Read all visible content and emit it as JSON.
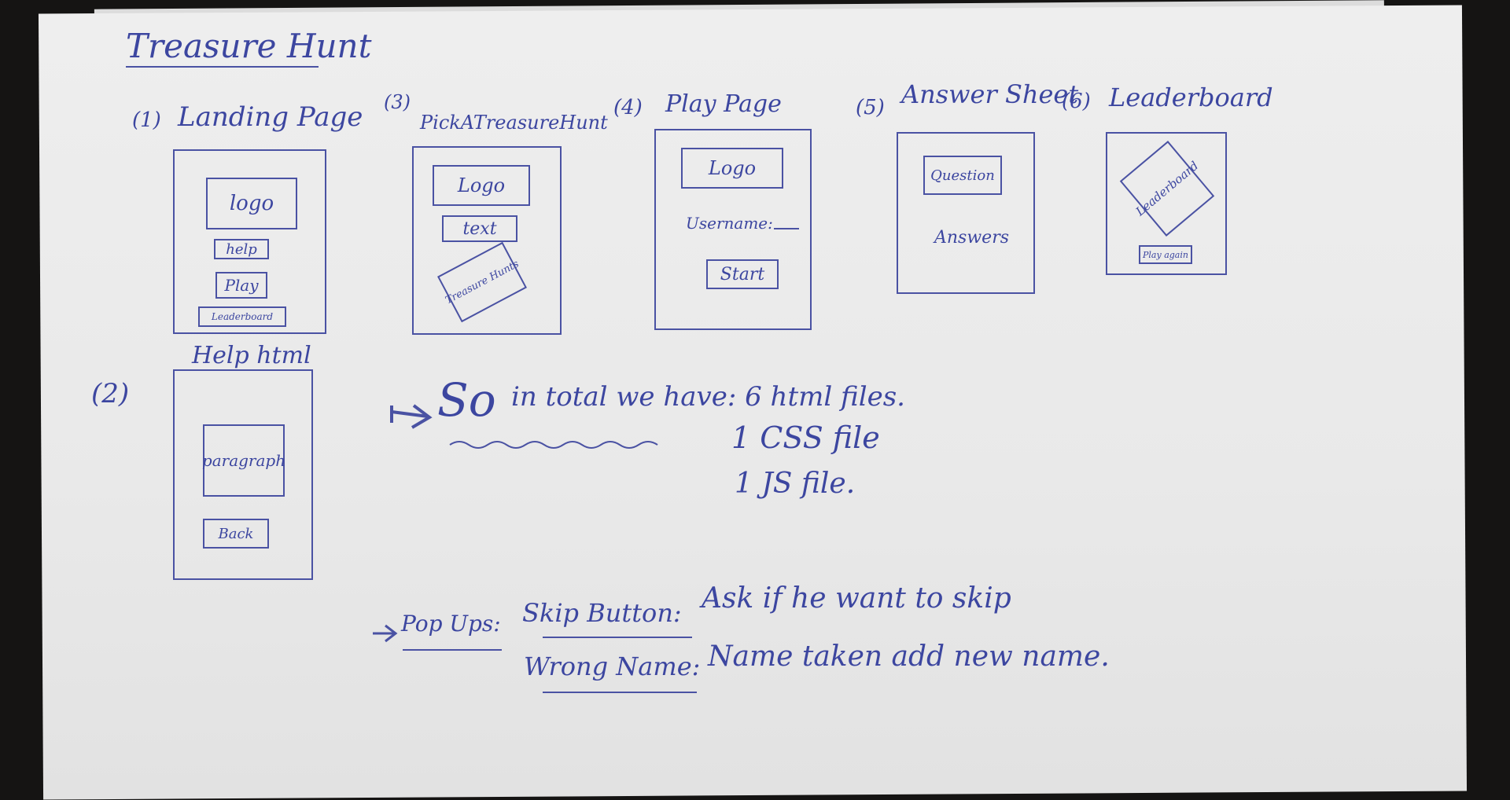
{
  "title": "Treasure Hunt",
  "pages": [
    {
      "num": "(1)",
      "name": "Landing Page",
      "elements": [
        "logo",
        "help",
        "Play",
        "Leaderboard"
      ]
    },
    {
      "num": "(2)",
      "name": "Help html",
      "elements": [
        "paragraph",
        "Back"
      ]
    },
    {
      "num": "(3)",
      "name": "PickATreasureHunt",
      "elements": [
        "Logo",
        "text",
        "Treasure Hunts"
      ]
    },
    {
      "num": "(4)",
      "name": "Play Page",
      "elements": [
        "Logo",
        "Username:",
        "Start"
      ]
    },
    {
      "num": "(5)",
      "name": "Answer Sheet",
      "elements": [
        "Question",
        "Answers"
      ]
    },
    {
      "num": "(6)",
      "name": "Leaderboard",
      "elements": [
        "Leaderboard",
        "Play again"
      ]
    }
  ],
  "summary": {
    "intro": "So",
    "line1": "in total we have: 6 html files.",
    "line2": "1 CSS file",
    "line3": "1 JS file."
  },
  "popups": {
    "label": "Pop Ups:",
    "items": [
      {
        "name": "Skip Button:",
        "desc": "Ask if he want to skip"
      },
      {
        "name": "Wrong Name:",
        "desc": "Name taken add new name."
      }
    ]
  },
  "ink_color": "#3c46a0"
}
